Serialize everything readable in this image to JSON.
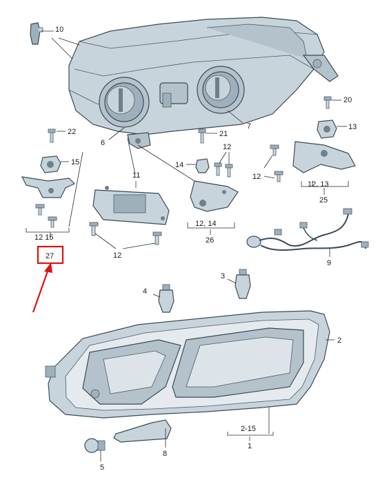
{
  "diagram": {
    "labels": {
      "p10": "10",
      "p7": "7",
      "p6": "6",
      "p20": "20",
      "p13": "13",
      "p22": "22",
      "p21": "21",
      "p12a": "12",
      "p15": "15",
      "p14": "14",
      "p12b": "12",
      "p11": "11",
      "p12_13": "12, 13",
      "p25": "25",
      "p12_15": "12  15",
      "p12_14": "12, 14",
      "p26": "26",
      "p27": "27",
      "p12c": "12",
      "p9": "9",
      "p4": "4",
      "p3": "3",
      "p2": "2",
      "p2_15": "2-15",
      "p1": "1",
      "p8": "8",
      "p5": "5"
    },
    "colors": {
      "part_fill": "#c8d4dc",
      "part_shade": "#9eb0bc",
      "part_dark": "#6e808c",
      "highlight_box": "#e01010",
      "arrow": "#e01010"
    },
    "highlighted_label": "27"
  }
}
